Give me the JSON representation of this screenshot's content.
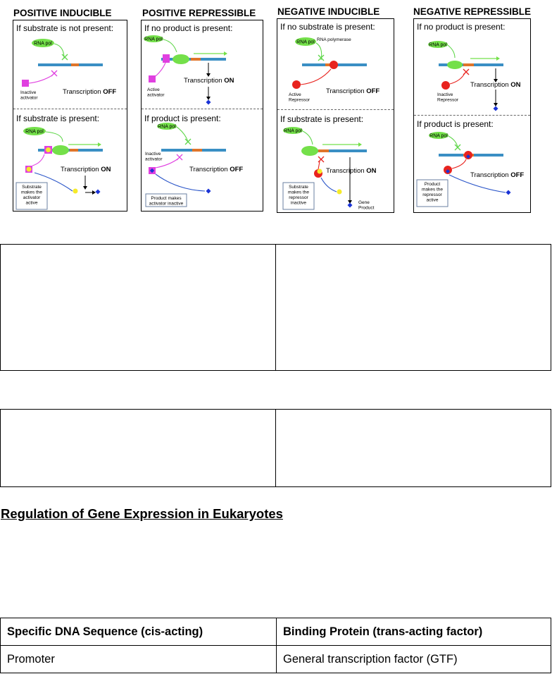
{
  "panels": [
    {
      "title": "POSITIVE INDUCIBLE",
      "top_heading": "If substrate is not present:",
      "bottom_heading": "If substrate is present:",
      "labels": {
        "rna_pol_top": "RNA pol",
        "inactive_activator": "Inactive\nactivator",
        "transcription_off_top": "Transcription OFF",
        "rna_pol_bottom": "RNA pol",
        "transcription_on_bottom": "Transcription ON",
        "callout": "Substrate\nmakes the\nactivator\nactive"
      }
    },
    {
      "title": "POSITIVE REPRESSIBLE",
      "top_heading": "If no product is present:",
      "bottom_heading": "If product is present:",
      "labels": {
        "rna_pol_top": "RNA pol",
        "active_activator": "Active\nactivator",
        "transcription_on_top": "Transcription ON",
        "rna_pol_bottom": "RNA pol",
        "inactive_activator": "Inactive\nactivator",
        "transcription_off_bottom": "Transcription OFF",
        "callout": "Product makes\nactivator inactive"
      }
    },
    {
      "title": "NEGATIVE INDUCIBLE",
      "top_heading": "If no substrate is present:",
      "bottom_heading": "If substrate is present:",
      "labels": {
        "rna_pol_top": "RNA pol",
        "rna_polymerase": "RNA polymerase",
        "active_repressor": "Active\nRepressor",
        "transcription_off_top": "Transcription OFF",
        "rna_pol_bottom": "RNA pol",
        "transcription_on_bottom": "Transcription ON",
        "callout": "Substrate\nmakes the\nrepressor\ninactive",
        "gene_product": "Gene\nProduct"
      }
    },
    {
      "title": "NEGATIVE REPRESSIBLE",
      "top_heading": "If no product is present:",
      "bottom_heading": "If product is present:",
      "labels": {
        "rna_pol_top": "RNA pol",
        "inactive_repressor": "Inactive\nRepressor",
        "transcription_on_top": "Transcription ON",
        "rna_pol_bottom": "RNA pol",
        "transcription_off_bottom": "Transcription OFF",
        "callout": "Product\nmakes the\nrepressor\nactive"
      }
    }
  ],
  "colors": {
    "dna": "#3a8fc4",
    "operator": "#e0752a",
    "rna_pol": "#74e04a",
    "activator": "#e040e0",
    "repressor": "#e8231e",
    "substrate": "#f5ea2a",
    "product": "#1a33d6",
    "x_mark_green": "#5fd64a",
    "x_mark_pink": "#e040e0",
    "x_mark_red": "#e8231e",
    "arrow_blue": "#2a55c8"
  },
  "section_heading": "Regulation of Gene Expression in Eukaryotes",
  "cis_table": {
    "headers": [
      "Specific DNA Sequence (cis-acting)",
      "Binding Protein (trans-acting factor)"
    ],
    "rows": [
      [
        "Promoter",
        "General transcription factor (GTF)"
      ]
    ]
  }
}
